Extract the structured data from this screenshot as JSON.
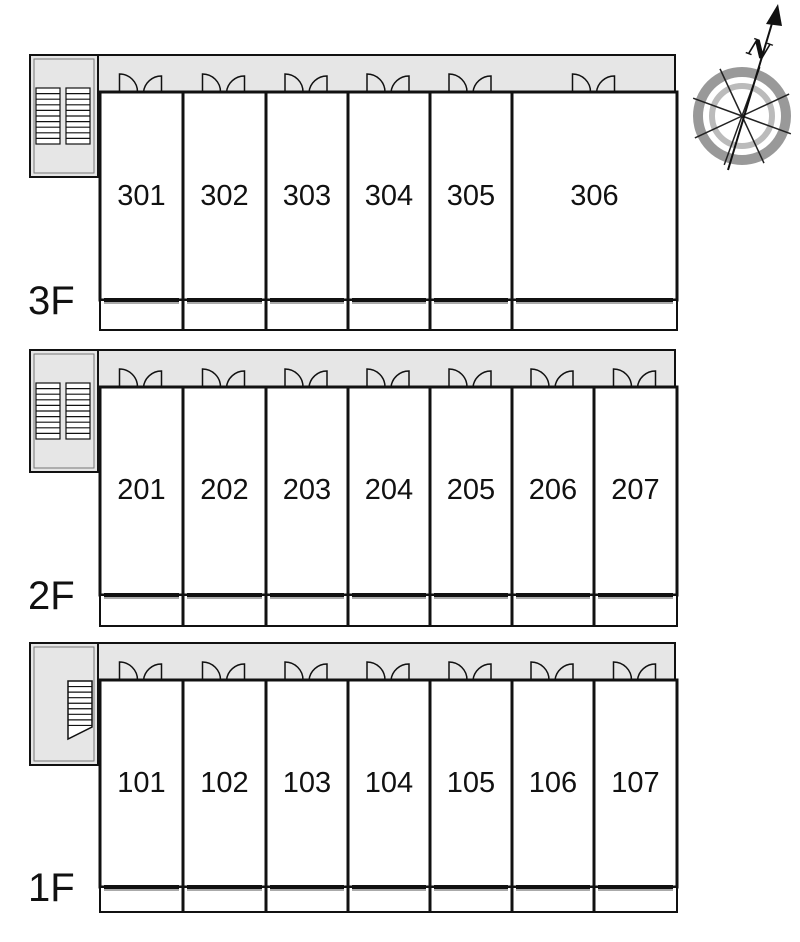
{
  "compass": {
    "north_label": "N",
    "icon": "compass-rose"
  },
  "floors": [
    {
      "id": "3F",
      "label": "3F",
      "stair_type": "double-flight",
      "units": [
        "301",
        "302",
        "303",
        "304",
        "305",
        "306"
      ]
    },
    {
      "id": "2F",
      "label": "2F",
      "stair_type": "double-flight",
      "units": [
        "201",
        "202",
        "203",
        "204",
        "205",
        "206",
        "207"
      ]
    },
    {
      "id": "1F",
      "label": "1F",
      "stair_type": "single-flight",
      "units": [
        "101",
        "102",
        "103",
        "104",
        "105",
        "106",
        "107"
      ]
    }
  ],
  "colors": {
    "walkway": "#e6e6e6",
    "wall": "#111111",
    "background": "#ffffff"
  }
}
